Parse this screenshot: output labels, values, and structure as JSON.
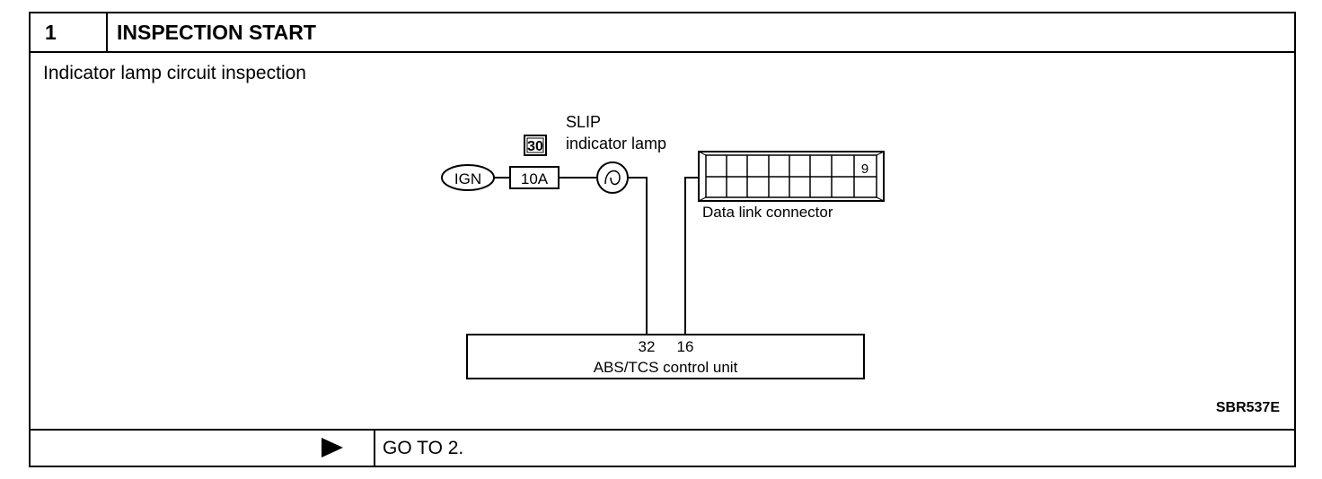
{
  "step": {
    "number": "1",
    "title": "INSPECTION START",
    "description": "Indicator lamp circuit inspection"
  },
  "diagram": {
    "ign_label": "IGN",
    "fuse_label": "10A",
    "fuse_number": "30",
    "lamp_label_line1": "SLIP",
    "lamp_label_line2": "indicator lamp",
    "connector_label": "Data link connector",
    "connector_pin": "9",
    "terminal_a": "32",
    "terminal_b": "16",
    "control_unit_label": "ABS/TCS control unit"
  },
  "figure_id": "SBR537E",
  "footer": {
    "action": "GO TO 2."
  }
}
